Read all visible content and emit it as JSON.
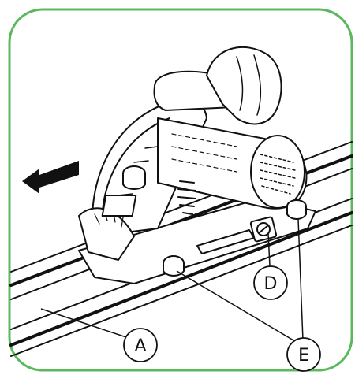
{
  "frame": {
    "border_color": "#5cb85c"
  },
  "callouts": [
    {
      "id": "A",
      "label": "A"
    },
    {
      "id": "D",
      "label": "D"
    },
    {
      "id": "E",
      "label": "E"
    }
  ],
  "illustration": {
    "subject": "circular-saw-on-guide-rail",
    "direction_arrow": "left-arrow-icon"
  }
}
